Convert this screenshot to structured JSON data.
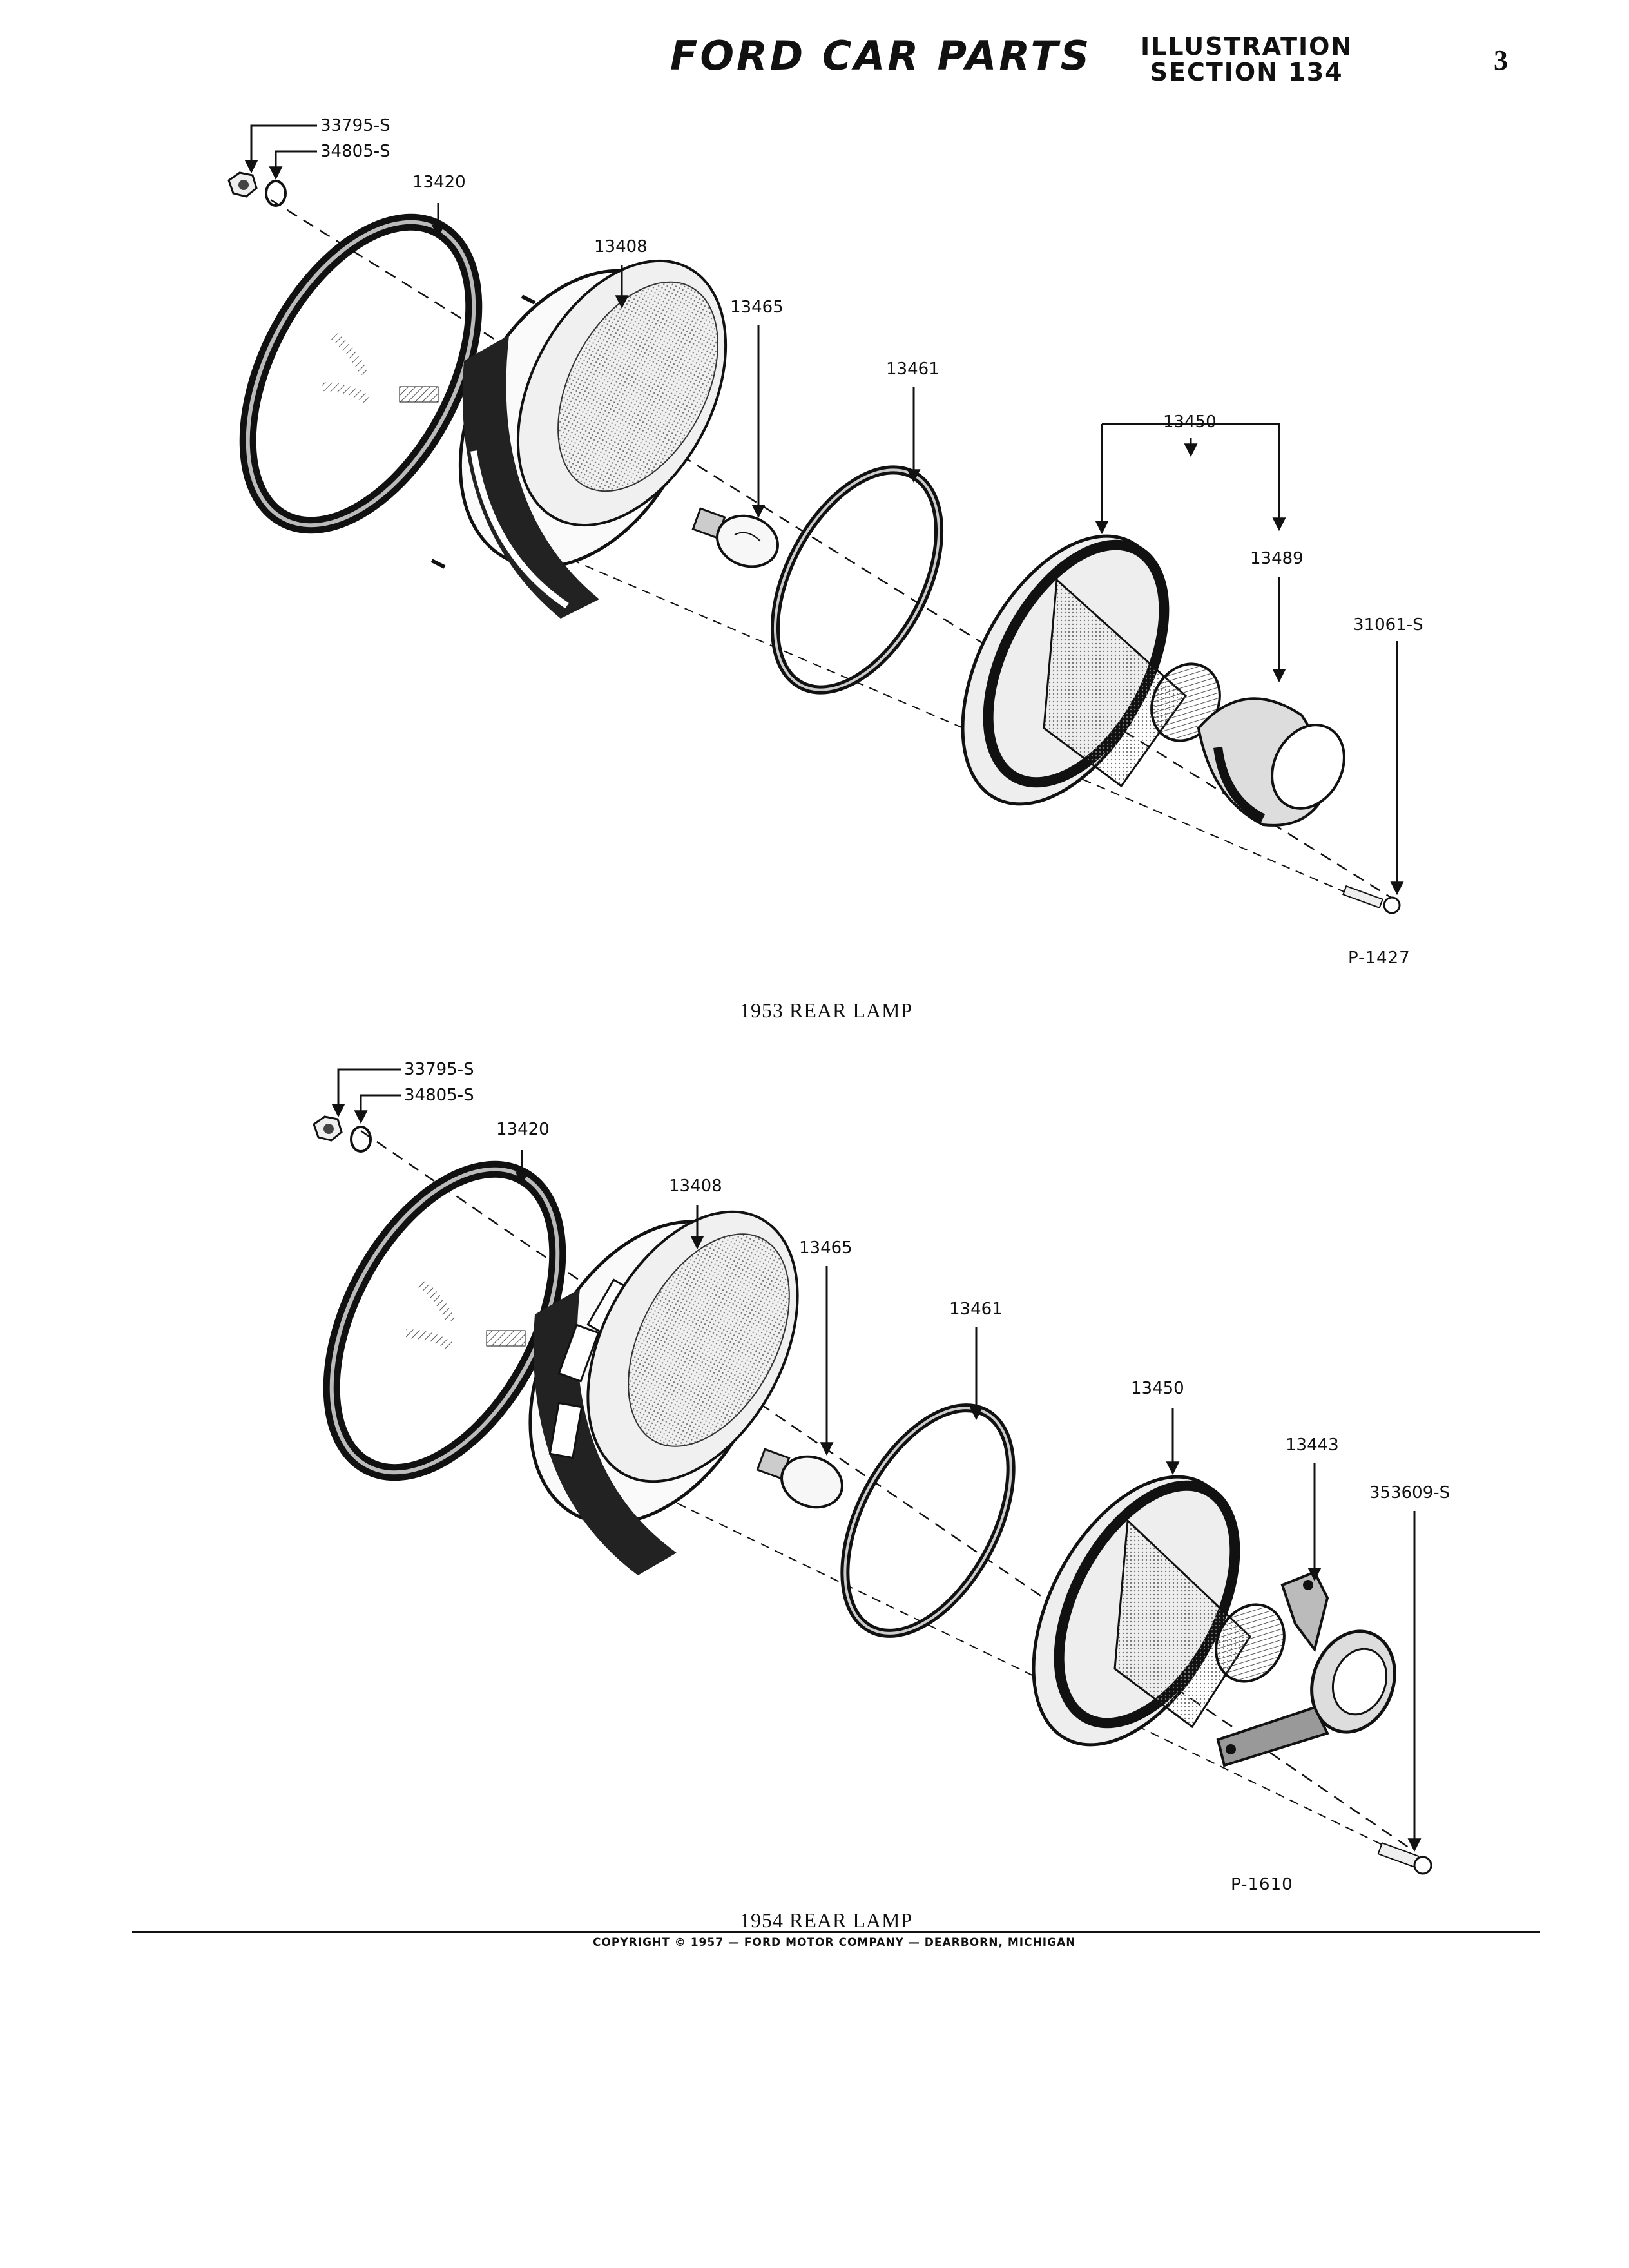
{
  "header": {
    "brand": "FORD CAR PARTS",
    "illustration_line1": "ILLUSTRATION",
    "illustration_line2": "SECTION 134",
    "page_number": "3"
  },
  "diagram_1953": {
    "caption": "1953 REAR LAMP",
    "reference": "P-1427",
    "labels": {
      "nut": "33795-S",
      "washer": "34805-S",
      "gasket": "13420",
      "body": "13408",
      "bulb": "13465",
      "lens_gasket": "13461",
      "lens_assembly": "13450",
      "lens_cap": "13489",
      "screw": "31061-S"
    }
  },
  "diagram_1954": {
    "caption": "1954 REAR LAMP",
    "reference": "P-1610",
    "labels": {
      "nut": "33795-S",
      "washer": "34805-S",
      "gasket": "13420",
      "body": "13408",
      "bulb": "13465",
      "lens_gasket": "13461",
      "lens_assembly": "13450",
      "bracket": "13443",
      "screw": "353609-S"
    }
  },
  "footer": {
    "copyright": "COPYRIGHT © 1957 — FORD MOTOR COMPANY — DEARBORN, MICHIGAN"
  }
}
